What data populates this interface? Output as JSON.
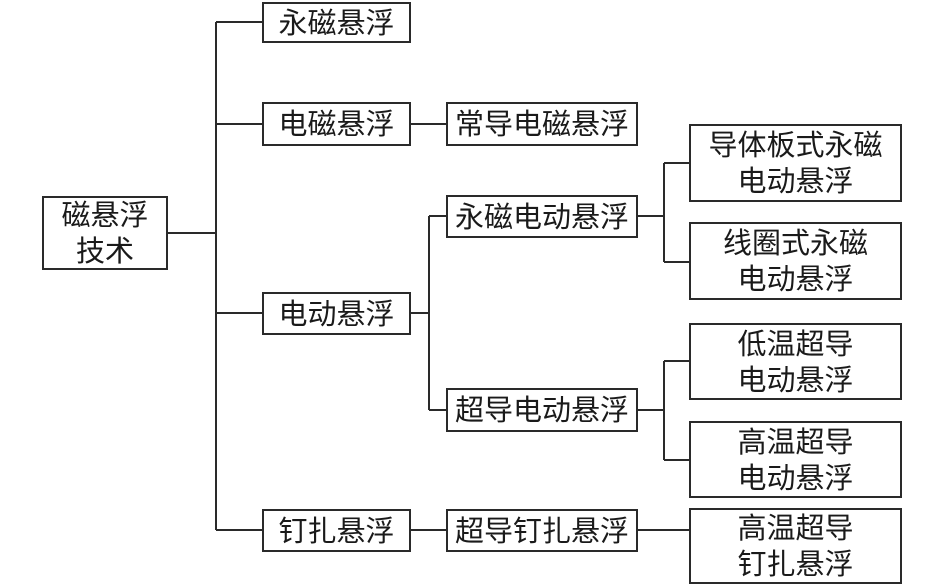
{
  "diagram": {
    "root": {
      "lines": [
        "磁悬浮",
        "技术"
      ]
    },
    "level1": [
      {
        "label": "永磁悬浮"
      },
      {
        "label": "电磁悬浮"
      },
      {
        "label": "电动悬浮"
      },
      {
        "label": "钉扎悬浮"
      }
    ],
    "level2": [
      {
        "label": "常导电磁悬浮"
      },
      {
        "label": "永磁电动悬浮"
      },
      {
        "label": "超导电动悬浮"
      },
      {
        "label": "超导钉扎悬浮"
      }
    ],
    "level3": [
      {
        "lines": [
          "导体板式永磁",
          "电动悬浮"
        ]
      },
      {
        "lines": [
          "线圈式永磁",
          "电动悬浮"
        ]
      },
      {
        "lines": [
          "低温超导",
          "电动悬浮"
        ]
      },
      {
        "lines": [
          "高温超导",
          "电动悬浮"
        ]
      },
      {
        "lines": [
          "高温超导",
          "钉扎悬浮"
        ]
      }
    ]
  }
}
